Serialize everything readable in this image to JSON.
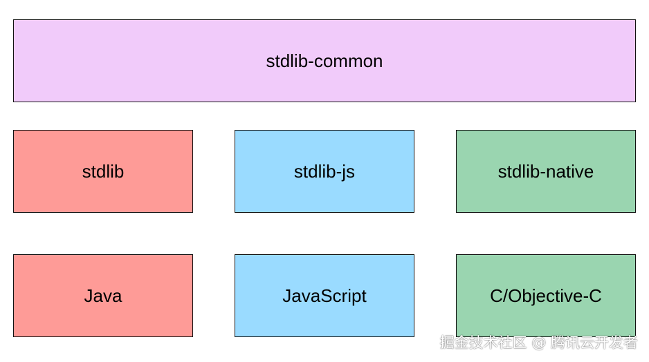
{
  "colors": {
    "common": "#f1cbfa",
    "jvm": "#fe9b97",
    "js": "#9adbff",
    "native": "#9ad5b0",
    "border": "#111111"
  },
  "diagram": {
    "top": {
      "label": "stdlib-common"
    },
    "libraries": [
      {
        "label": "stdlib"
      },
      {
        "label": "stdlib-js"
      },
      {
        "label": "stdlib-native"
      }
    ],
    "platforms": [
      {
        "label": "Java"
      },
      {
        "label": "JavaScript"
      },
      {
        "label": "C/Objective-C"
      }
    ]
  },
  "watermark": "掘金技术社区 @ 腾讯云开发者"
}
